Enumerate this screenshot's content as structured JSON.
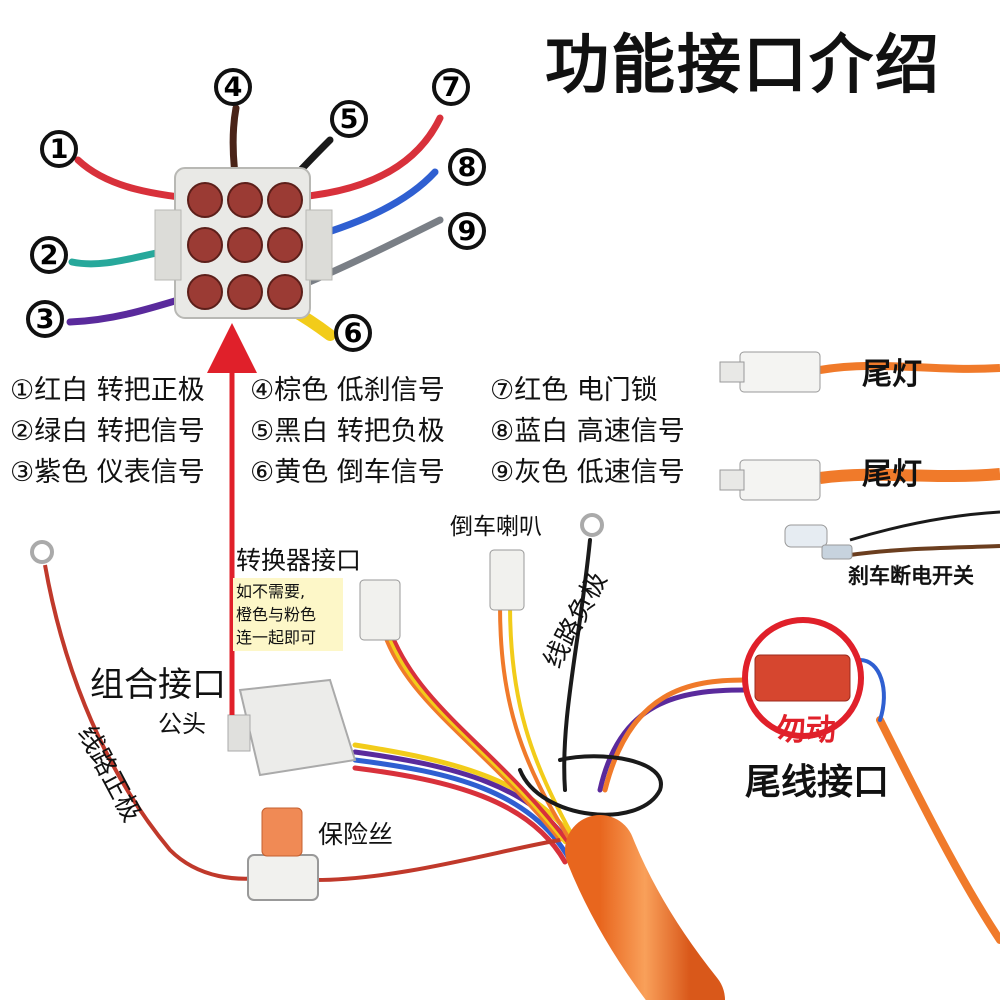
{
  "title": "功能接口介绍",
  "pins": [
    {
      "num": "①",
      "text": "①红白 转把正极"
    },
    {
      "num": "②",
      "text": "②绿白 转把信号"
    },
    {
      "num": "③",
      "text": "③紫色 仪表信号"
    },
    {
      "num": "④",
      "text": "④棕色 低刹信号"
    },
    {
      "num": "⑤",
      "text": "⑤黑白 转把负极"
    },
    {
      "num": "⑥",
      "text": "⑥黄色 倒车信号"
    },
    {
      "num": "⑦",
      "text": "⑦红色 电门锁"
    },
    {
      "num": "⑧",
      "text": "⑧蓝白 高速信号"
    },
    {
      "num": "⑨",
      "text": "⑨灰色 低速信号"
    }
  ],
  "markers": [
    "1",
    "2",
    "3",
    "4",
    "5",
    "6",
    "7",
    "8",
    "9"
  ],
  "labels": {
    "tail_light_1": "尾灯",
    "tail_light_2": "尾灯",
    "brake_switch": "刹车断电开关",
    "reverse_horn": "倒车喇叭",
    "converter": "转换器接口",
    "note_line1": "如不需要,",
    "note_line2": "橙色与粉色",
    "note_line3": "连一起即可",
    "combo": "组合接口",
    "male": "公头",
    "neg": "线路负极",
    "pos": "线路正极",
    "fuse": "保险丝",
    "do_not_move": "勿动",
    "tail_connector": "尾线接口"
  },
  "colors": {
    "red_wire": "#d8313b",
    "green_white": "#27a89b",
    "purple": "#5a2a9c",
    "brown": "#4a2418",
    "black_white": "#1a1a1a",
    "yellow": "#f2cc1a",
    "blue_white": "#2f5fd1",
    "gray": "#7a7f86",
    "orange": "#f07a2a",
    "accent_red": "#e0202a"
  }
}
